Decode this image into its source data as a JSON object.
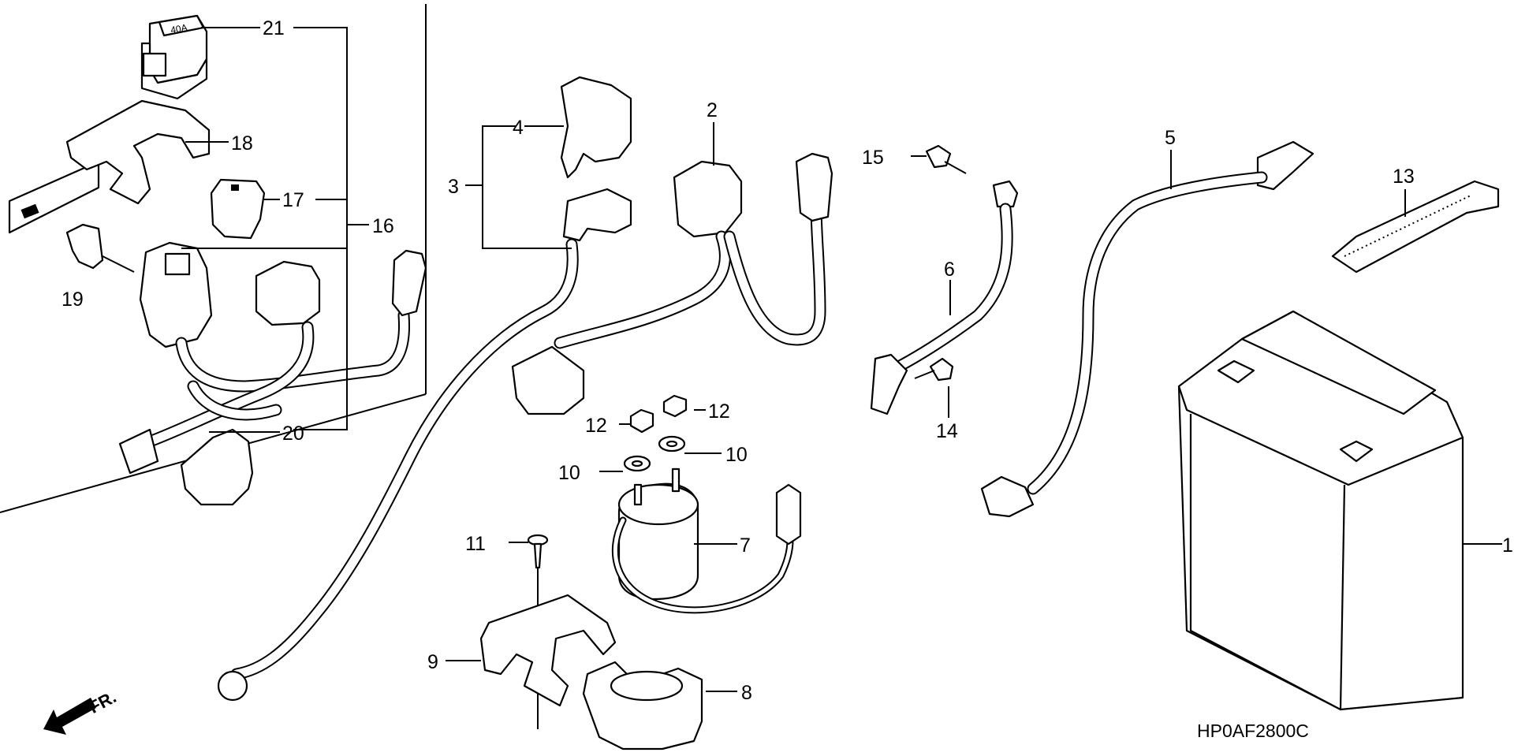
{
  "diagram": {
    "part_labels": {
      "p1": "1",
      "p2": "2",
      "p3": "3",
      "p4": "4",
      "p5": "5",
      "p6": "6",
      "p7": "7",
      "p8": "8",
      "p9": "9",
      "p10a": "10",
      "p10b": "10",
      "p11": "11",
      "p12a": "12",
      "p12b": "12",
      "p13": "13",
      "p14": "14",
      "p15": "15",
      "p16": "16",
      "p17": "17",
      "p18": "18",
      "p19": "19",
      "p20": "20",
      "p21": "21"
    },
    "relay_marking": "40A",
    "direction_marker": "FR.",
    "figure_code": "HP0AF2800C"
  }
}
